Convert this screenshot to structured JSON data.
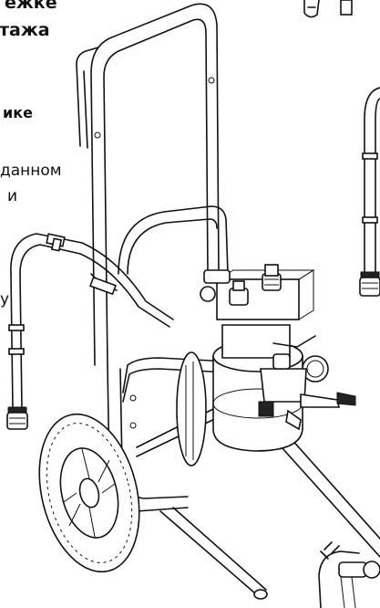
{
  "heading": {
    "line1": "ежке",
    "line2": "тажа"
  },
  "subheading": "ике",
  "body_lines": [
    "данном",
    "и",
    "у"
  ],
  "figure": {
    "subject": "paint-sprayer-on-cart",
    "stroke_color": "#111111",
    "background": "#ffffff"
  }
}
